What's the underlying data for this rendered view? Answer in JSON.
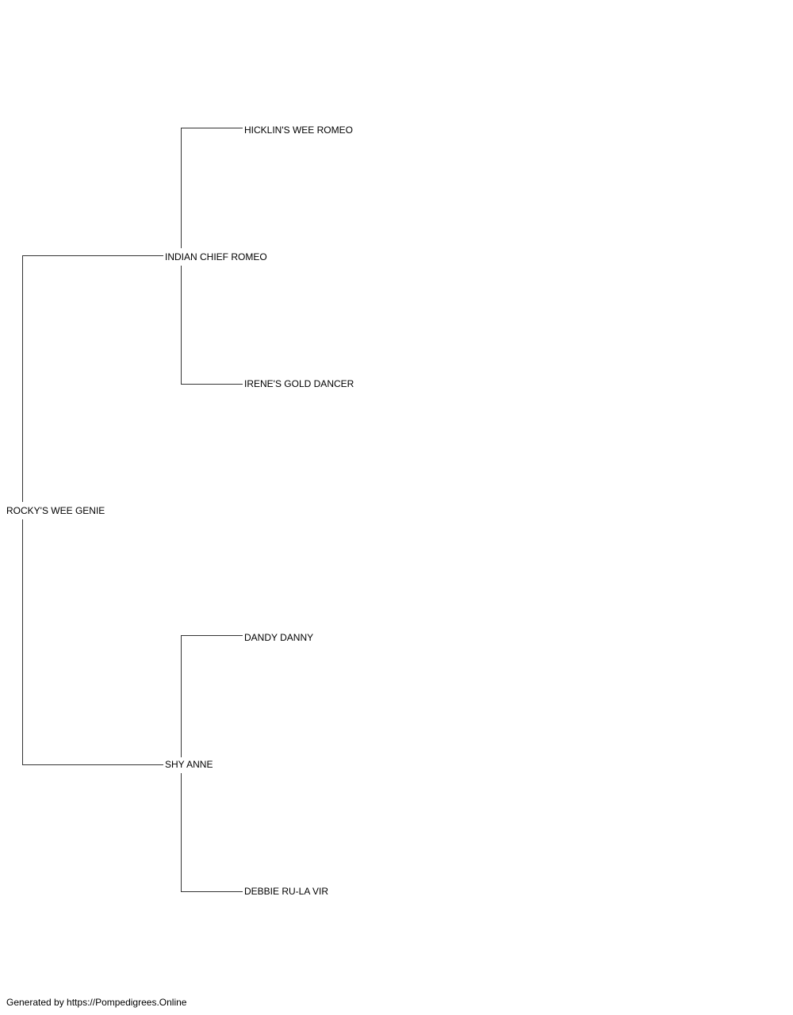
{
  "pedigree": {
    "subject": "ROCKY'S WEE GENIE",
    "sire": "INDIAN CHIEF ROMEO",
    "dam": "SHY ANNE",
    "sire_sire": "HICKLIN'S WEE ROMEO",
    "sire_dam": "IRENE'S GOLD DANCER",
    "dam_sire": "DANDY DANNY",
    "dam_dam": "DEBBIE RU-LA VIR"
  },
  "footer": "Generated by https://Pompedigrees.Online",
  "colors": {
    "line": "#333333",
    "text": "#000000",
    "background": "#ffffff"
  }
}
